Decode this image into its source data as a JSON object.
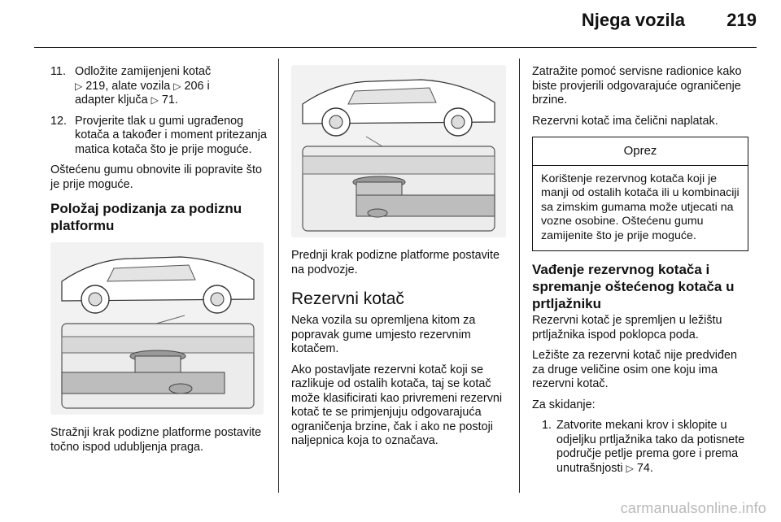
{
  "header": {
    "title": "Njega vozila",
    "page_number": "219"
  },
  "left_column": {
    "item11": {
      "number": "11.",
      "line1": "Odložite zamijenjeni kotač",
      "ref1_sym": "▷",
      "ref1_text": "219, alate vozila",
      "ref2_sym": "▷",
      "ref2_text": "206 i",
      "line3_text": "adapter ključa",
      "ref3_sym": "▷",
      "ref3_text": "71."
    },
    "item12": {
      "number": "12.",
      "text": "Provjerite tlak u gumi ugrađenog kotača a također i moment pritezanja matica kotača što je prije moguće."
    },
    "para_damaged": "Oštećenu gumu obnovite ili popravite što je prije moguće.",
    "heading_lift": "Položaj podizanja za podiznu platformu",
    "caption_rear": "Stražnji krak podizne platforme postavite točno ispod udubljenja praga."
  },
  "middle_column": {
    "caption_front": "Prednji krak podizne platforme postavite na podvozje.",
    "heading_spare": "Rezervni kotač",
    "para_kit": "Neka vozila su opremljena kitom za popravak gume umjesto rezervnim kotačem.",
    "para_fit": "Ako postavljate rezervni kotač koji se razlikuje od ostalih kotača, taj se kotač može klasificirati kao privremeni rezervni kotač te se primjenjuju odgovarajuća ograničenja brzine, čak i ako ne postoji naljepnica koja to označava."
  },
  "right_column": {
    "para_workshop": "Zatražite pomoć servisne radionice kako biste provjerili odgovarajuće ograničenje brzine.",
    "para_steel": "Rezervni kotač ima čelični naplatak.",
    "caution": {
      "title": "Oprez",
      "body": "Korištenje rezervnog kotača koji je manji od ostalih kotača ili u kombinaciji sa zimskim gumama može utjecati na vozne osobine. Oštećenu gumu zamijenite što je prije moguće."
    },
    "heading_remove": "Vađenje rezervnog kotača i spremanje oštećenog kotača u prtljažniku",
    "para_stored": "Rezervni kotač je spremljen u ležištu prtljažnika ispod poklopca poda.",
    "para_size": "Ležište za rezervni kotač nije predviđen za druge veličine osim one koju ima rezervni kotač.",
    "para_removal": "Za skidanje:",
    "step1": {
      "number": "1.",
      "text": "Zatvorite mekani krov i sklopite u odjeljku prtljažnika tako da potisnete područje petlje prema gore i prema unutrašnjosti",
      "ref_sym": "▷",
      "ref_text": "74."
    }
  },
  "watermark": "carmanualsonline.info"
}
